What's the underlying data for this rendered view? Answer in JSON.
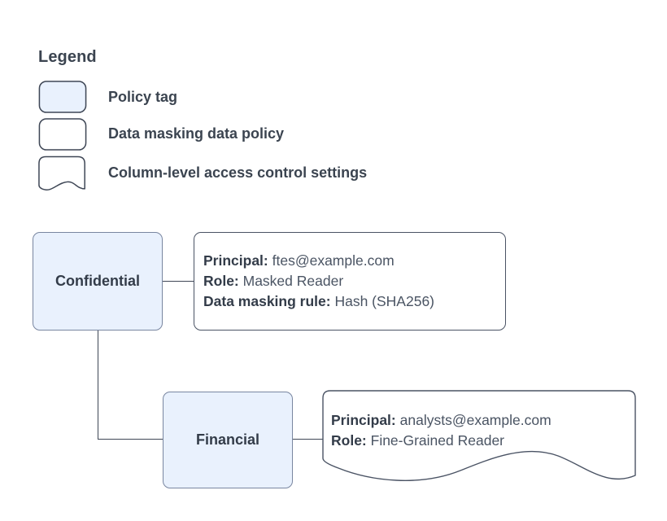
{
  "legend": {
    "title": "Legend",
    "items": [
      {
        "label": "Policy tag",
        "shape": "rounded-rect-filled"
      },
      {
        "label": "Data masking data policy",
        "shape": "rounded-rect-outline"
      },
      {
        "label": "Column-level access control settings",
        "shape": "document-wave"
      }
    ]
  },
  "colors": {
    "node_fill": "#e9f1fd",
    "node_border": "#7986a0",
    "box_border": "#4a5364",
    "text": "#3b4450",
    "edge": "#3f4756",
    "background": "#ffffff"
  },
  "nodes": [
    {
      "id": "confidential",
      "label": "Confidential"
    },
    {
      "id": "financial",
      "label": "Financial"
    }
  ],
  "details": [
    {
      "id": "confidential-policy",
      "shape": "rounded-rect-outline",
      "lines": [
        {
          "key": "Principal:",
          "value": "ftes@example.com"
        },
        {
          "key": "Role:",
          "value": "Masked Reader"
        },
        {
          "key": "Data masking rule:",
          "value": "Hash (SHA256)"
        }
      ]
    },
    {
      "id": "financial-access",
      "shape": "document-wave",
      "lines": [
        {
          "key": "Principal:",
          "value": "analysts@example.com"
        },
        {
          "key": "Role:",
          "value": "Fine-Grained Reader"
        }
      ]
    }
  ],
  "edges": [
    {
      "from": "confidential",
      "to": "confidential-policy",
      "style": "straight"
    },
    {
      "from": "confidential",
      "to": "financial",
      "style": "elbow"
    },
    {
      "from": "financial",
      "to": "financial-access",
      "style": "straight"
    }
  ]
}
